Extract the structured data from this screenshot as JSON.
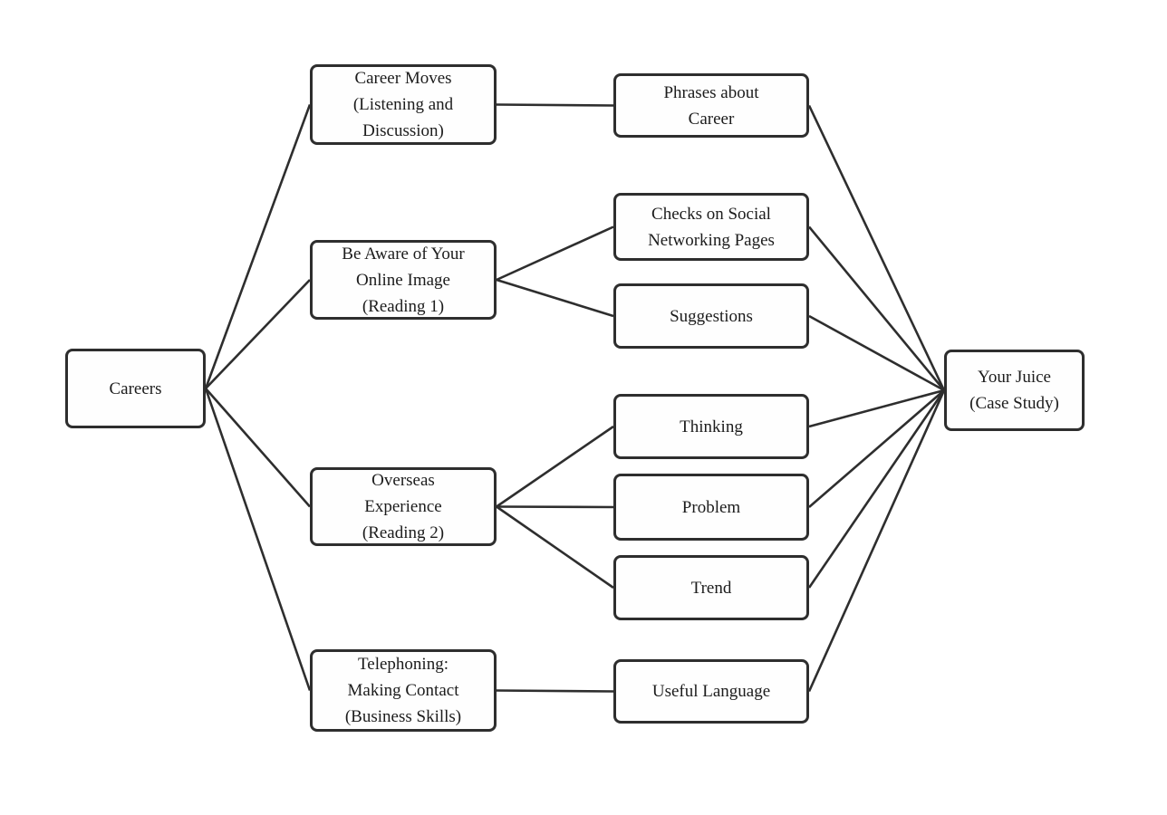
{
  "diagram": {
    "title": "Careers unit mind map",
    "style": {
      "line_color": "#2e2e2e",
      "border_color": "#2e2e2e",
      "text_color": "#1c1c1c",
      "background_color": "#ffffff"
    },
    "nodes": [
      {
        "id": "careers",
        "label": "Careers"
      },
      {
        "id": "career-moves",
        "label": "Career Moves\n(Listening and\nDiscussion)"
      },
      {
        "id": "be-aware",
        "label": "Be Aware of Your\nOnline Image\n(Reading 1)"
      },
      {
        "id": "overseas",
        "label": "Overseas\nExperience\n(Reading 2)"
      },
      {
        "id": "telephoning",
        "label": "Telephoning:\nMaking Contact\n(Business Skills)"
      },
      {
        "id": "phrases",
        "label": "Phrases about\nCareer"
      },
      {
        "id": "checks",
        "label": "Checks on Social\nNetworking Pages"
      },
      {
        "id": "suggestions",
        "label": "Suggestions"
      },
      {
        "id": "thinking",
        "label": "Thinking"
      },
      {
        "id": "problem",
        "label": "Problem"
      },
      {
        "id": "trend",
        "label": "Trend"
      },
      {
        "id": "useful",
        "label": "Useful Language"
      },
      {
        "id": "your-juice",
        "label": "Your Juice\n(Case Study)"
      }
    ],
    "edges": [
      {
        "from": "careers",
        "to": "career-moves"
      },
      {
        "from": "careers",
        "to": "be-aware"
      },
      {
        "from": "careers",
        "to": "overseas"
      },
      {
        "from": "careers",
        "to": "telephoning"
      },
      {
        "from": "career-moves",
        "to": "phrases"
      },
      {
        "from": "be-aware",
        "to": "checks"
      },
      {
        "from": "be-aware",
        "to": "suggestions"
      },
      {
        "from": "overseas",
        "to": "thinking"
      },
      {
        "from": "overseas",
        "to": "problem"
      },
      {
        "from": "overseas",
        "to": "trend"
      },
      {
        "from": "telephoning",
        "to": "useful"
      },
      {
        "from": "phrases",
        "to": "your-juice"
      },
      {
        "from": "checks",
        "to": "your-juice"
      },
      {
        "from": "suggestions",
        "to": "your-juice"
      },
      {
        "from": "thinking",
        "to": "your-juice"
      },
      {
        "from": "problem",
        "to": "your-juice"
      },
      {
        "from": "trend",
        "to": "your-juice"
      },
      {
        "from": "useful",
        "to": "your-juice"
      }
    ]
  }
}
